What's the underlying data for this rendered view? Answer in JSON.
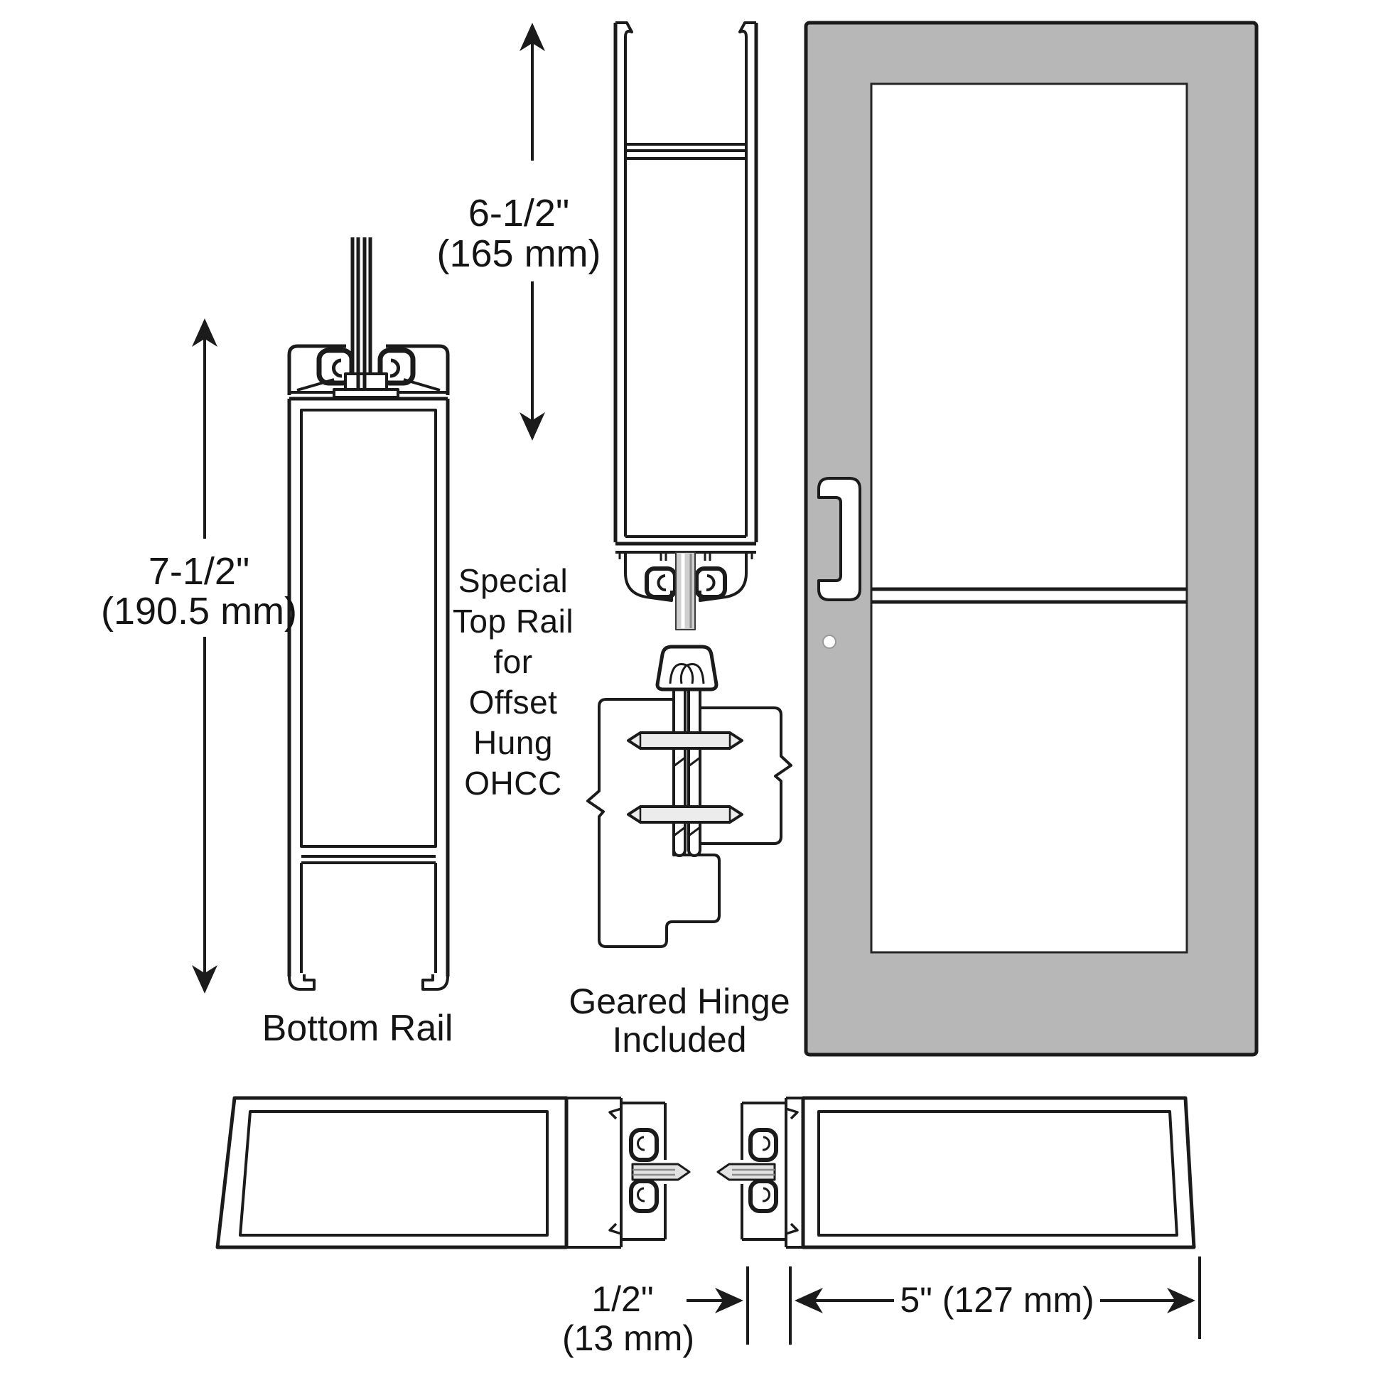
{
  "title": "Door top/bottom rail and geared hinge technical diagram",
  "colors": {
    "line": "#1b1b1b",
    "door_gray": "#b7b7b7",
    "glass_gray": "#cfcfcf",
    "plan_glass_gray": "#e2e2e2",
    "pin_gray": "#ececec",
    "background": "#ffffff"
  },
  "dimensions": {
    "top_rail": {
      "inches": "6-1/2\"",
      "mm": "(165 mm)"
    },
    "bottom_rail": {
      "inches": "7-1/2\"",
      "mm": "(190.5 mm)"
    },
    "gap": {
      "inches": "1/2\"",
      "mm": "(13 mm)"
    },
    "stile": {
      "label": "5\" (127 mm)"
    }
  },
  "labels": {
    "top_rail_note": [
      "Special",
      "Top Rail",
      "for",
      "Offset",
      "Hung",
      "OHCC"
    ],
    "bottom_rail": "Bottom Rail",
    "hinge": [
      "Geared Hinge",
      "Included"
    ]
  }
}
